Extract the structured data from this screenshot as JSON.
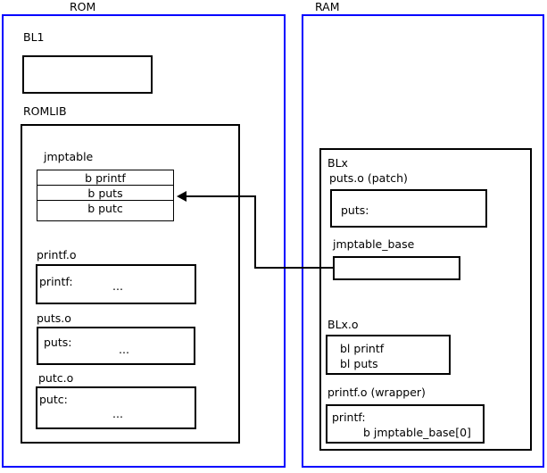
{
  "diagram": {
    "title_rom": "ROM",
    "title_ram": "RAM",
    "accent_region_color": "#0000ff",
    "line_color": "#000000",
    "background": "#ffffff"
  },
  "rom": {
    "label": "ROM",
    "bl1": {
      "label": "BL1",
      "body": ""
    },
    "romlib": {
      "label": "ROMLIB",
      "jmptable": {
        "label": "jmptable",
        "entries": [
          "b printf",
          "b puts",
          "b putc"
        ]
      },
      "objects": [
        {
          "label": "printf.o",
          "symbol": "printf:",
          "ellipsis": "..."
        },
        {
          "label": "puts.o",
          "symbol": "puts:",
          "ellipsis": "..."
        },
        {
          "label": "putc.o",
          "symbol": "putc:",
          "ellipsis": "..."
        }
      ]
    }
  },
  "ram": {
    "label": "RAM",
    "blx": {
      "label": "BLx",
      "puts_patch": {
        "label": "puts.o (patch)",
        "symbol": "puts:"
      },
      "jmptable_base": {
        "label": "jmptable_base",
        "body": ""
      },
      "blx_o": {
        "label": "BLx.o",
        "lines": [
          "bl printf",
          "bl puts"
        ]
      },
      "printf_wrapper": {
        "label": "printf.o (wrapper)",
        "symbol": "printf:",
        "instruction": "b jmptable_base[0]"
      }
    }
  }
}
